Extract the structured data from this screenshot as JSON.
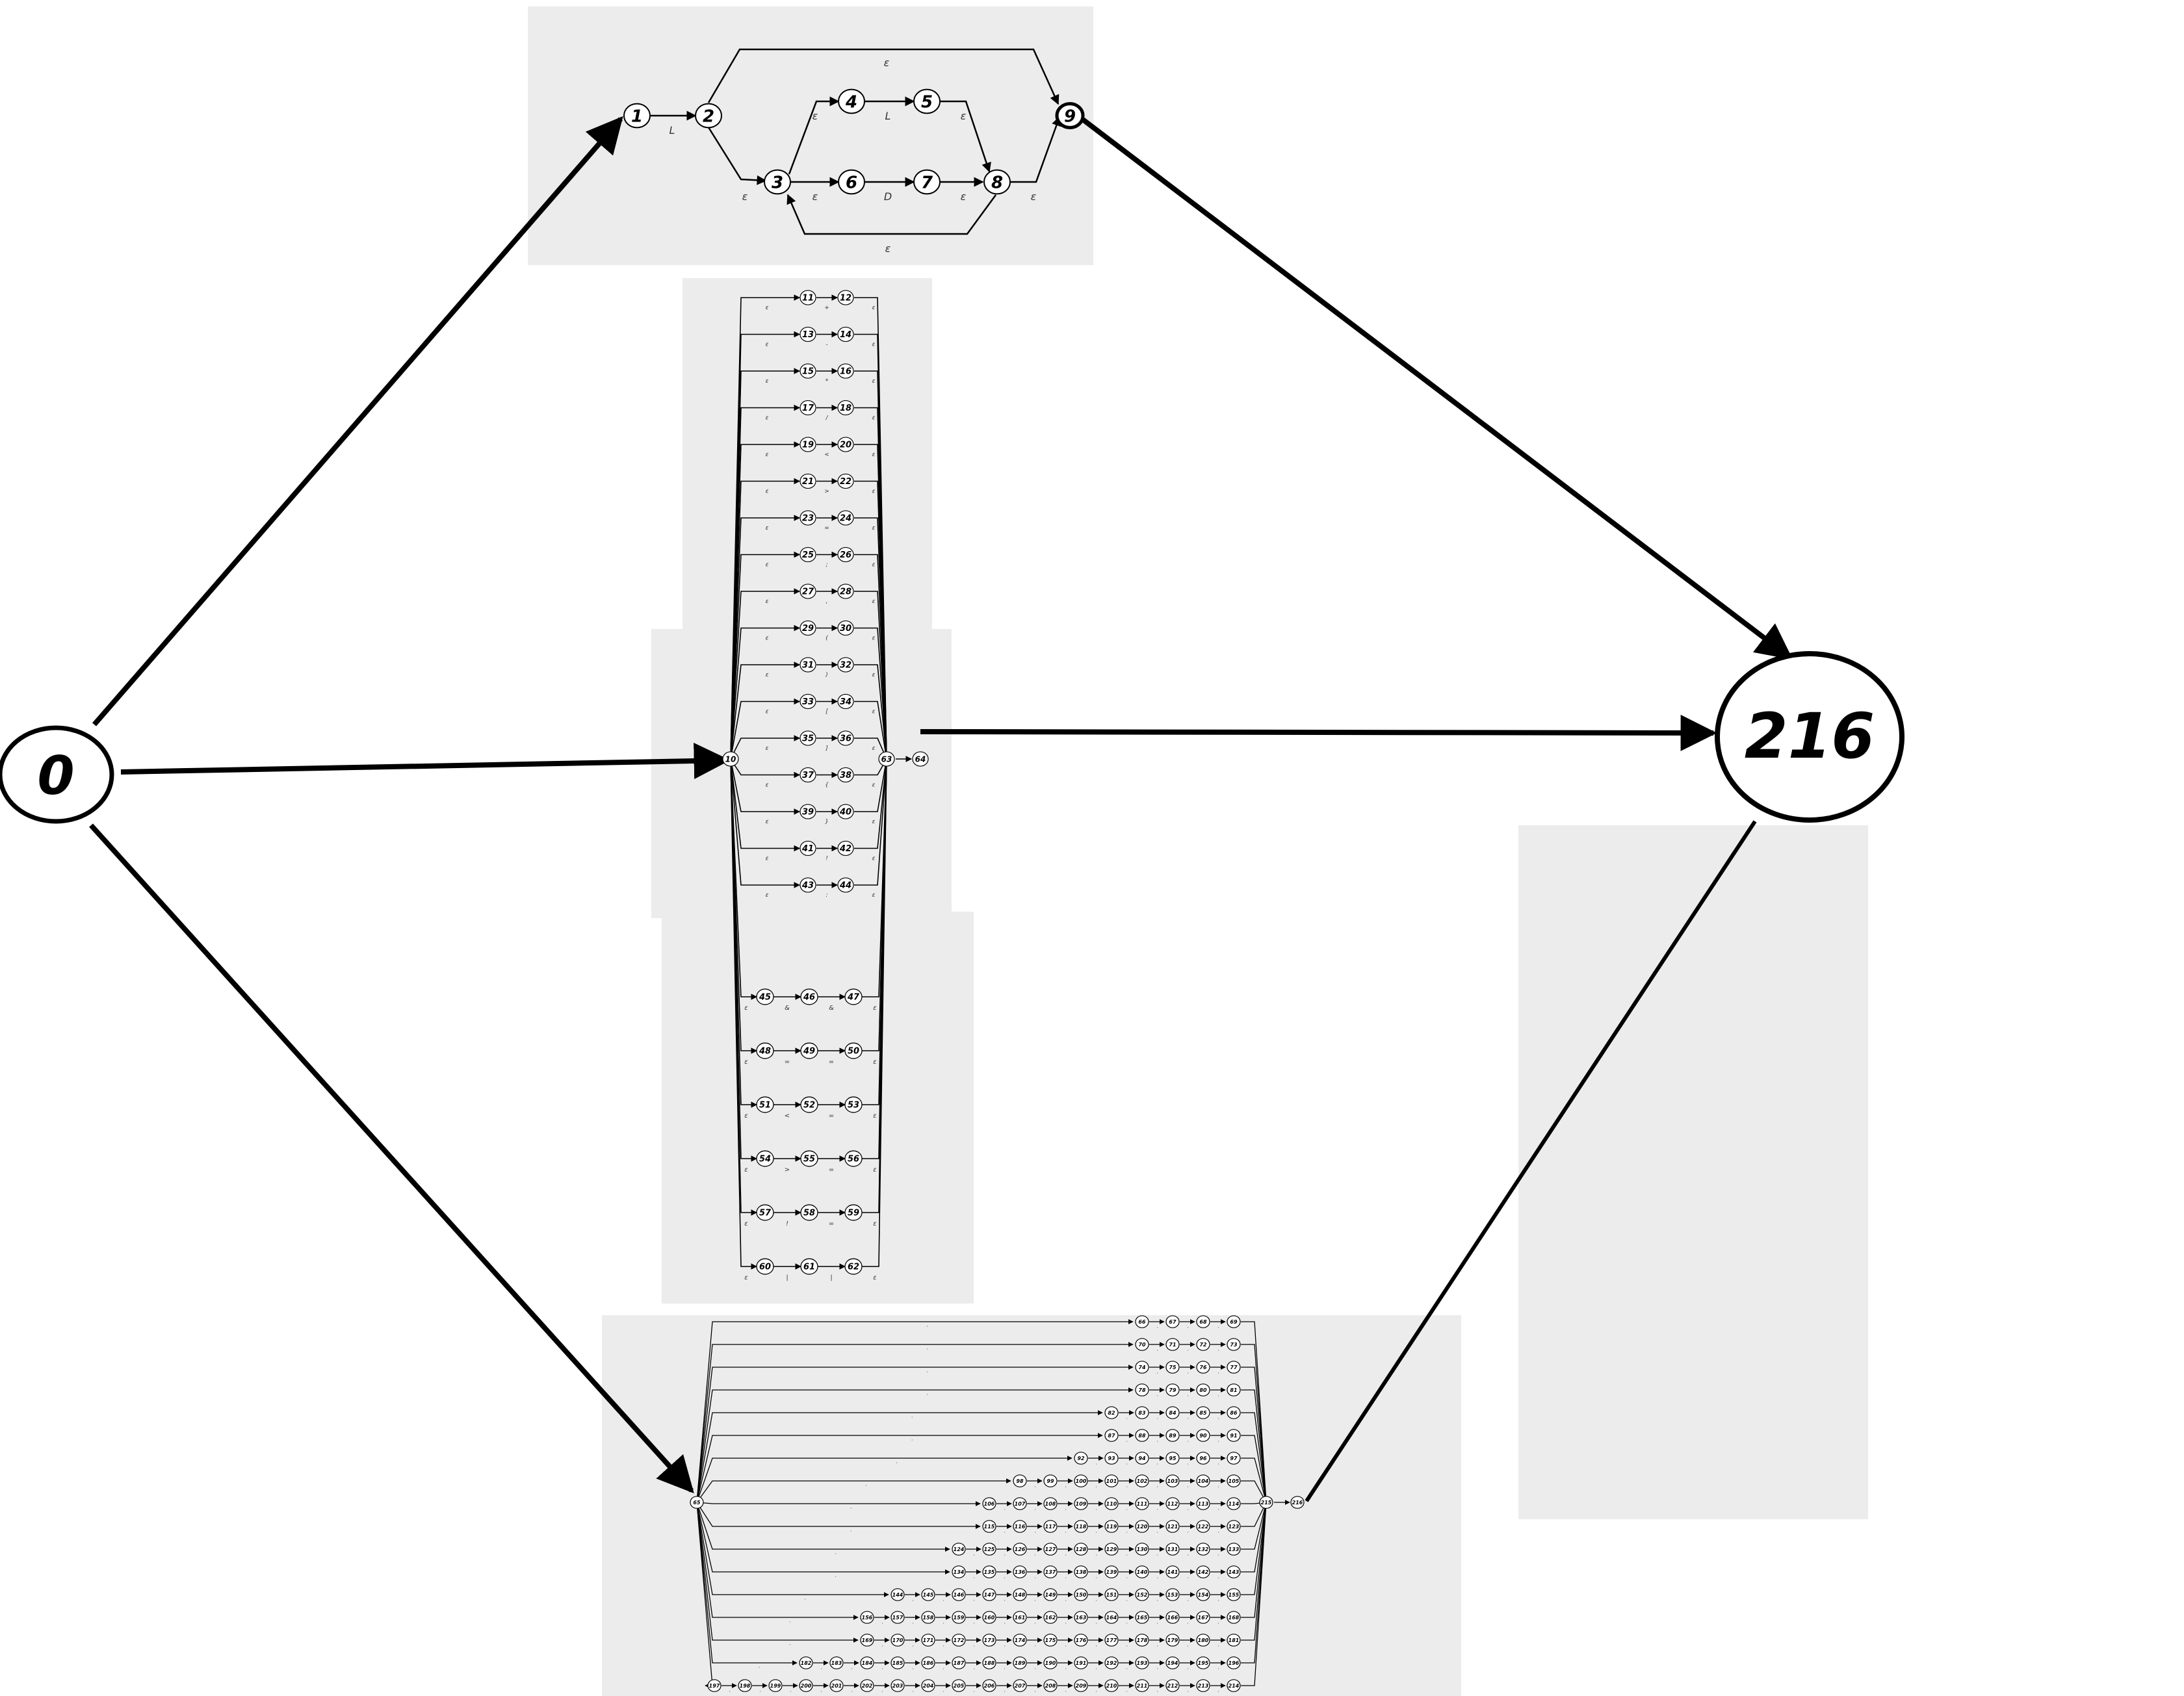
{
  "main": {
    "start_state": "0",
    "final_state": "216"
  },
  "panel_top": {
    "nodes": [
      "1",
      "2",
      "3",
      "4",
      "5",
      "6",
      "7",
      "8",
      "9"
    ],
    "labels": {
      "eps": "ε",
      "L": "L",
      "D": "D"
    }
  },
  "panel_mid": {
    "start": "10",
    "end": "63",
    "exit": "64",
    "rows": [
      {
        "a": "11",
        "b": "12",
        "sym": "+"
      },
      {
        "a": "13",
        "b": "14",
        "sym": "-"
      },
      {
        "a": "15",
        "b": "16",
        "sym": "*"
      },
      {
        "a": "17",
        "b": "18",
        "sym": "/"
      },
      {
        "a": "19",
        "b": "20",
        "sym": "<"
      },
      {
        "a": "21",
        "b": "22",
        "sym": ">"
      },
      {
        "a": "23",
        "b": "24",
        "sym": "="
      },
      {
        "a": "25",
        "b": "26",
        "sym": ";"
      },
      {
        "a": "27",
        "b": "28",
        "sym": ","
      },
      {
        "a": "29",
        "b": "30",
        "sym": "("
      },
      {
        "a": "31",
        "b": "32",
        "sym": ")"
      },
      {
        "a": "33",
        "b": "34",
        "sym": "["
      },
      {
        "a": "35",
        "b": "36",
        "sym": "]"
      },
      {
        "a": "37",
        "b": "38",
        "sym": "{"
      },
      {
        "a": "39",
        "b": "40",
        "sym": "}"
      },
      {
        "a": "41",
        "b": "42",
        "sym": "!"
      },
      {
        "a": "43",
        "b": "44",
        "sym": ":"
      }
    ],
    "rows3": [
      {
        "a": "45",
        "b": "46",
        "c": "47",
        "s1": "&",
        "s2": "&"
      },
      {
        "a": "48",
        "b": "49",
        "c": "50",
        "s1": "=",
        "s2": "="
      },
      {
        "a": "51",
        "b": "52",
        "c": "53",
        "s1": "<",
        "s2": "="
      },
      {
        "a": "54",
        "b": "55",
        "c": "56",
        "s1": ">",
        "s2": "="
      },
      {
        "a": "57",
        "b": "58",
        "c": "59",
        "s1": "!",
        "s2": "="
      },
      {
        "a": "60",
        "b": "61",
        "c": "62",
        "s1": "|",
        "s2": "|"
      }
    ]
  },
  "panel_bottom": {
    "start": "65",
    "end": "215",
    "exit": "216",
    "rows": [
      [
        "66",
        "67",
        "68",
        "69"
      ],
      [
        "70",
        "71",
        "72",
        "73"
      ],
      [
        "74",
        "75",
        "76",
        "77"
      ],
      [
        "78",
        "79",
        "80",
        "81"
      ],
      [
        "82",
        "83",
        "84",
        "85",
        "86"
      ],
      [
        "87",
        "88",
        "89",
        "90",
        "91"
      ],
      [
        "92",
        "93",
        "94",
        "95",
        "96",
        "97"
      ],
      [
        "98",
        "99",
        "100",
        "101",
        "102",
        "103",
        "104",
        "105"
      ],
      [
        "106",
        "107",
        "108",
        "109",
        "110",
        "111",
        "112",
        "113",
        "114"
      ],
      [
        "115",
        "116",
        "117",
        "118",
        "119",
        "120",
        "121",
        "122",
        "123"
      ],
      [
        "124",
        "125",
        "126",
        "127",
        "128",
        "129",
        "130",
        "131",
        "132",
        "133"
      ],
      [
        "134",
        "135",
        "136",
        "137",
        "138",
        "139",
        "140",
        "141",
        "142",
        "143"
      ],
      [
        "144",
        "145",
        "146",
        "147",
        "148",
        "149",
        "150",
        "151",
        "152",
        "153",
        "154",
        "155"
      ],
      [
        "156",
        "157",
        "158",
        "159",
        "160",
        "161",
        "162",
        "163",
        "164",
        "165",
        "166",
        "167",
        "168"
      ],
      [
        "169",
        "170",
        "171",
        "172",
        "173",
        "174",
        "175",
        "176",
        "177",
        "178",
        "179",
        "180",
        "181"
      ],
      [
        "182",
        "183",
        "184",
        "185",
        "186",
        "187",
        "188",
        "189",
        "190",
        "191",
        "192",
        "193",
        "194",
        "195",
        "196"
      ],
      [
        "197",
        "198",
        "199",
        "200",
        "201",
        "202",
        "203",
        "204",
        "205",
        "206",
        "207",
        "208",
        "209",
        "210",
        "211",
        "212",
        "213",
        "214"
      ]
    ]
  }
}
